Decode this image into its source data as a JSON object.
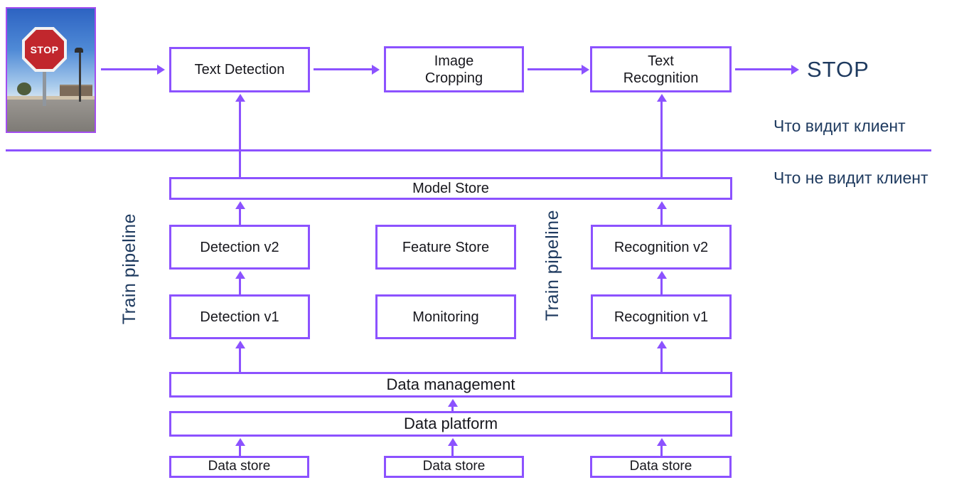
{
  "photo": {
    "sign_text": "STOP"
  },
  "serving_row": {
    "text_detection": "Text Detection",
    "image_cropping": "Image\nCropping",
    "text_recognition": "Text\nRecognition",
    "output_text": "STOP"
  },
  "annotations": {
    "client_visible": "Что видит клиент",
    "client_hidden": "Что не видит клиент",
    "train_pipeline_left": "Train pipeline",
    "train_pipeline_right": "Train pipeline"
  },
  "backend": {
    "model_store": "Model Store",
    "detection_v2": "Detection v2",
    "feature_store": "Feature Store",
    "recognition_v2": "Recognition v2",
    "detection_v1": "Detection v1",
    "monitoring": "Monitoring",
    "recognition_v1": "Recognition v1",
    "data_management": "Data management",
    "data_platform": "Data platform",
    "data_stores": [
      "Data store",
      "Data store",
      "Data store"
    ]
  },
  "colors": {
    "accent_purple": "#8C52FF",
    "label_navy": "#1E3A5F",
    "stop_sign_red": "#C1272D"
  }
}
